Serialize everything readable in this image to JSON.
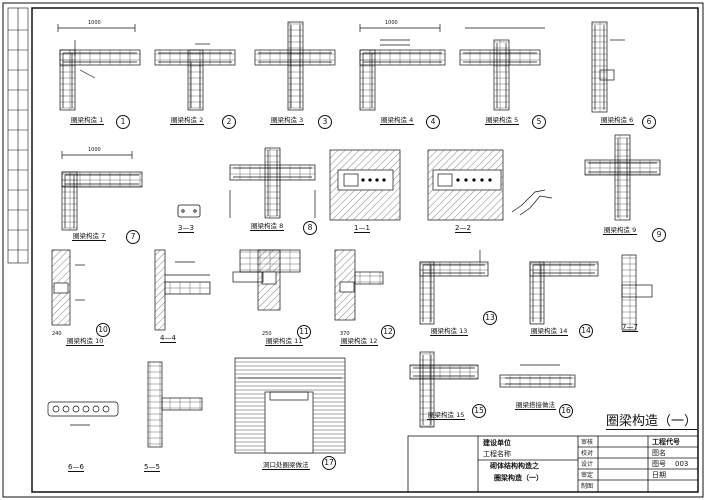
{
  "drawing": {
    "main_title": "圈梁构造（一）"
  },
  "details": [
    {
      "caption": "圈梁构造 1",
      "number": "1"
    },
    {
      "caption": "圈梁构造 2",
      "number": "2"
    },
    {
      "caption": "圈梁构造 3",
      "number": "3"
    },
    {
      "caption": "圈梁构造 4",
      "number": "4"
    },
    {
      "caption": "圈梁构造 5",
      "number": "5"
    },
    {
      "caption": "圈梁构造 6",
      "number": "6"
    },
    {
      "caption": "圈梁构造 7",
      "number": "7"
    },
    {
      "caption": "圈梁构造 8",
      "number": "8"
    },
    {
      "caption": "圈梁构造 9",
      "number": "9"
    },
    {
      "caption": "圈梁构造 10",
      "number": "10"
    },
    {
      "caption": "圈梁构造 11",
      "number": "11"
    },
    {
      "caption": "圈梁构造 12",
      "number": "12"
    },
    {
      "caption": "圈梁构造 13",
      "number": "13"
    },
    {
      "caption": "圈梁构造 14",
      "number": "14"
    },
    {
      "caption": "圈梁构造 15",
      "number": "15"
    },
    {
      "caption": "圈梁搭接做法",
      "number": "16"
    },
    {
      "caption": "洞口处圈梁做法",
      "number": "17"
    }
  ],
  "sections": [
    "3—3",
    "1—1",
    "2—2",
    "4—4",
    "7—7",
    "6—6",
    "5—5"
  ],
  "dimensions": {
    "d1000": "1000",
    "d250": "250",
    "d240": "240",
    "d370": "370"
  },
  "title_block": {
    "unit": "建设单位",
    "project_name": "工程名称",
    "drawing_label": "砌体结构构造之",
    "drawing_name": "圈梁构造（一）",
    "drawing_no_label": "工程代号",
    "sheet_label": "图名",
    "sheet_no_label": "图号",
    "sheet_no": "003",
    "date_label": "日期",
    "roles": [
      "审核",
      "校对",
      "设计",
      "审定",
      "制图"
    ]
  }
}
